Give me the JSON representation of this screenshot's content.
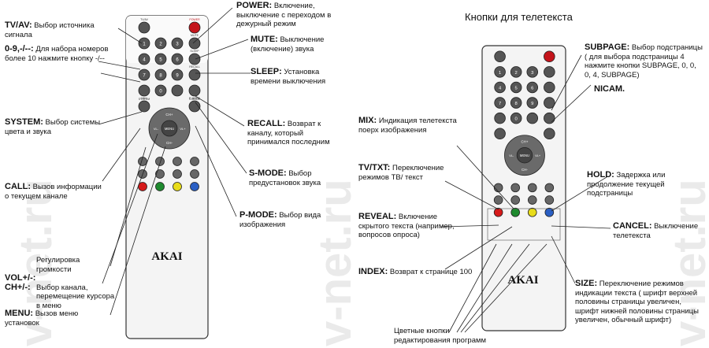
{
  "left": {
    "labels": {
      "tvav": {
        "key": "TV/AV:",
        "text": "Выбор источника сигнала"
      },
      "digits": {
        "key": "0-9,-/--:",
        "text": "Для набора номеров более 10 нажмите кнопку -/--"
      },
      "system": {
        "key": "SYSTEM:",
        "text": "Выбор системы цвета и звука"
      },
      "call": {
        "key": "CALL:",
        "text": "Вызов информации о текущем канале"
      },
      "volch": {
        "key1": "VOL+/-:",
        "key2": "CH+/-:",
        "text1": "Регулировка громкости",
        "text2": "Выбор канала, перемещение курсора в меню"
      },
      "menu": {
        "key": "MENU:",
        "text": "Вызов меню установок"
      },
      "power": {
        "key": "POWER:",
        "text": "Включение, выключение с переходом в дежурный режим"
      },
      "mute": {
        "key": "MUTE:",
        "text": "Выключение (включение) звука"
      },
      "sleep": {
        "key": "SLEEP:",
        "text": "Установка времени выключения"
      },
      "recall": {
        "key": "RECALL:",
        "text": "Возврат к каналу, который принимался последним"
      },
      "smode": {
        "key": "S-MODE:",
        "text": "Выбор предустановок звука"
      },
      "pmode": {
        "key": "P-MODE:",
        "text": "Выбор вида изображения"
      }
    },
    "remote": {
      "tvav": "TV/AV",
      "power": "POWER",
      "mute": "MUTE",
      "sleep": "SLEEP",
      "system": "SYSTEM",
      "recall": "RECALL",
      "smode": "S-MODE",
      "call": "CALL",
      "pmode": "P-MODE",
      "digits": [
        "1",
        "2",
        "3",
        "4",
        "5",
        "6",
        "7",
        "8",
        "9",
        "0"
      ],
      "chplus": "CH+",
      "chminus": "CH-",
      "menu": "MENU",
      "volplus": "VL+",
      "volminus": "VL-",
      "brand": "AKAI"
    }
  },
  "right": {
    "title": "Кнопки для телетекста",
    "labels": {
      "subpage": {
        "key": "SUBPAGE:",
        "text": "Выбор подстраницы ( для выбора подстраницы 4 нажмите кнопки SUBPAGE, 0, 0, 0, 4, SUBPAGE)"
      },
      "nicam": {
        "key": "NICAM."
      },
      "mix": {
        "key": "MIX:",
        "text": "Индикация телетекста поерх изображения"
      },
      "tvtxt": {
        "key": "TV/TXT:",
        "text": "Переключение режимов ТВ/ текст"
      },
      "hold": {
        "key": "HOLD:",
        "text": "Задержка или продолжение текущей подстраницы"
      },
      "reveal": {
        "key": "REVEAL:",
        "text": "Включение скрытого текста (например, вопросов опроса)"
      },
      "cancel": {
        "key": "CANCEL:",
        "text": "Выключение телетекста"
      },
      "index": {
        "key": "INDEX:",
        "text": "Возврат к странице 100"
      },
      "size": {
        "key": "SIZE:",
        "text": "Переключение режимов индикации текста ( шрифт верхней половины страницы увеличен, шрифт нижней половины страницы увеличен, обычный шрифт)"
      },
      "colors": {
        "text": "Цветные кнопки редактирования программ"
      }
    },
    "remote": {
      "brand": "AKAI"
    }
  },
  "watermark": "v-net.ru"
}
